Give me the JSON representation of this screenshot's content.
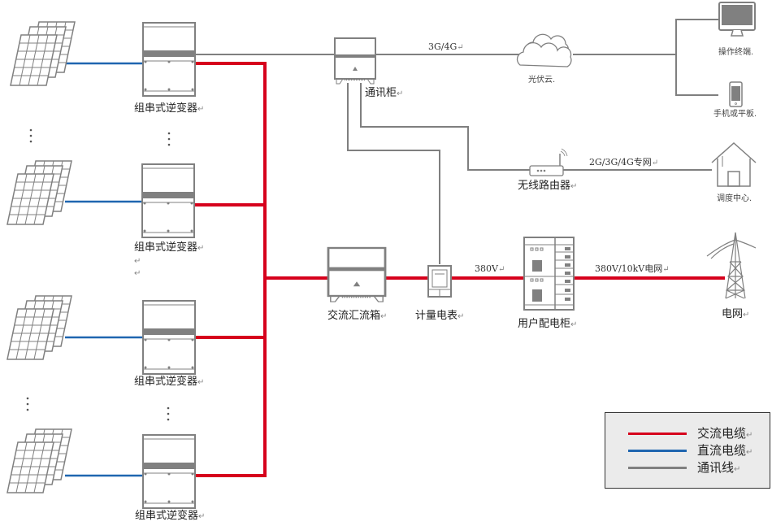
{
  "colors": {
    "ac_cable": "#d6001c",
    "dc_cable": "#1f66b0",
    "comm_line": "#7f7f7f",
    "device_stroke": "#808080",
    "legend_bg": "#ebebeb"
  },
  "strings": [
    {
      "inverter_label": "组串式逆变器",
      "extra_returns": 0
    },
    {
      "inverter_label": "组串式逆变器",
      "extra_returns": 2
    },
    {
      "inverter_label": "组串式逆变器",
      "extra_returns": 0
    },
    {
      "inverter_label": "组串式逆变器",
      "extra_returns": 0
    }
  ],
  "devices": {
    "comm_cabinet": "通讯柜",
    "ac_combiner": "交流汇流箱",
    "meter": "计量电表",
    "distribution_cabinet": "用户配电柜",
    "grid": "电网",
    "router": "无线路由器",
    "cloud": "光伏云",
    "terminal": "操作终端",
    "mobile": "手机或平板",
    "dispatch_center": "调度中心"
  },
  "line_labels": {
    "cloud_link": "3G/4G",
    "private_network": "2G/3G/4G专网",
    "low_voltage": "380V",
    "grid_link": "380V/10kV电网"
  },
  "return_mark": "↵",
  "small_suffix": ".",
  "legend": {
    "items": [
      {
        "label": "交流电缆",
        "color_key": "ac_cable"
      },
      {
        "label": "直流电缆",
        "color_key": "dc_cable"
      },
      {
        "label": "通讯线",
        "color_key": "comm_line"
      }
    ]
  }
}
